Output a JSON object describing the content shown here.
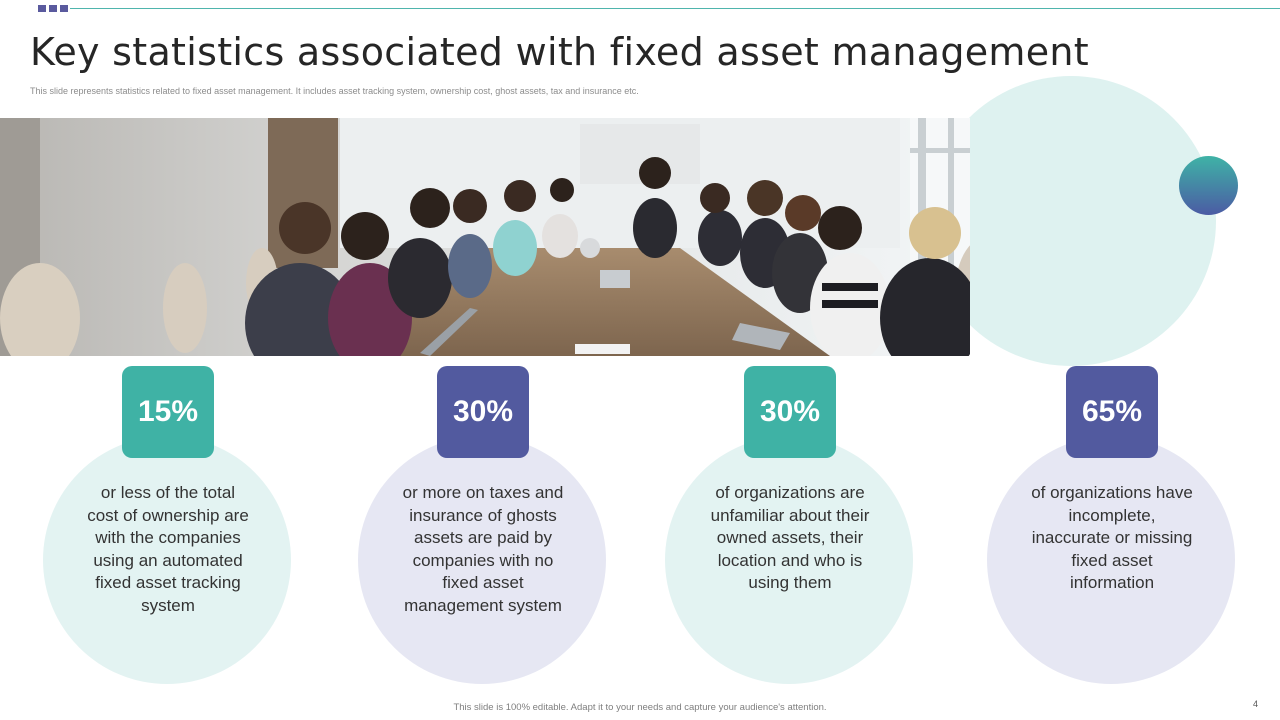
{
  "slide": {
    "title": "Key statistics associated with fixed asset management",
    "subtitle": "This slide represents statistics related to fixed asset management. It includes asset tracking system, ownership cost, ghost assets, tax and insurance etc.",
    "footer": "This slide is 100% editable. Adapt it to your needs and capture your audience's attention.",
    "page_number": "4"
  },
  "stats": [
    {
      "value": "15%",
      "text": "or less of the total cost of ownership are with the companies using an automated fixed asset tracking system"
    },
    {
      "value": "30%",
      "text": "or more on taxes and insurance of ghosts assets are paid by companies with no fixed asset management system"
    },
    {
      "value": "30%",
      "text": "of organizations are unfamiliar about their owned assets, their location and who is using them"
    },
    {
      "value": "65%",
      "text": "of organizations have incomplete, inaccurate or missing fixed asset information"
    }
  ],
  "image": {
    "icon": "meeting-photo-icon"
  },
  "colors": {
    "teal": "#3fb2a5",
    "purple": "#525a9f",
    "teal_light": "#e3f3f2",
    "purple_light": "#e6e7f3",
    "rule": "#4fb5ad"
  }
}
